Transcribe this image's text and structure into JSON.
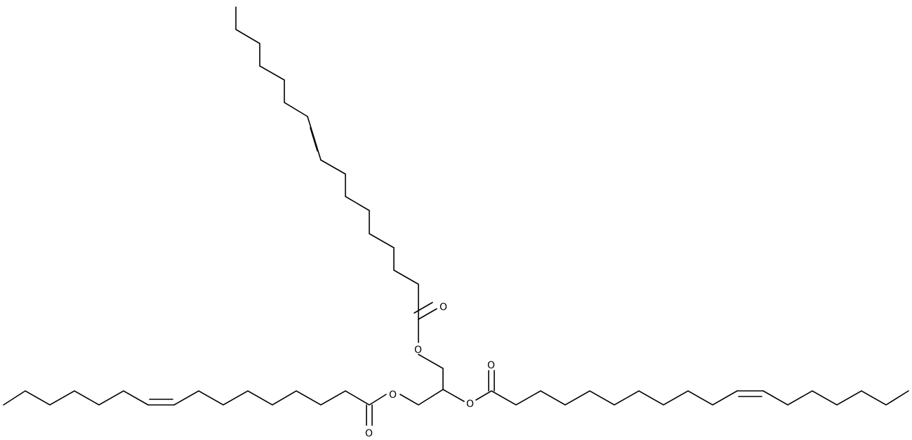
{
  "structure": {
    "atom_labels": {
      "o1": "O",
      "o2": "O",
      "o3": "O",
      "o4": "O",
      "o5": "O",
      "o6": "O"
    }
  }
}
